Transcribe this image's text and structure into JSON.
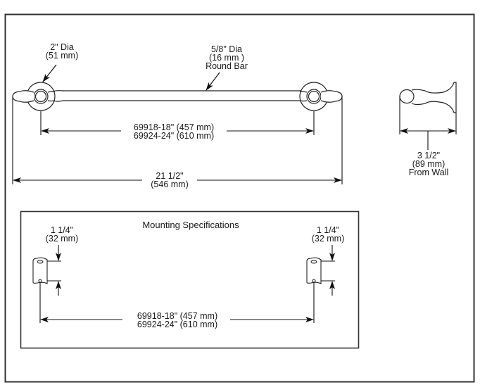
{
  "diagram": {
    "type": "technical-dimension-drawing",
    "subject": "Towel bar",
    "front_view": {
      "flange_callout": [
        "2\" Dia",
        "(51 mm)"
      ],
      "bar_callout": [
        "5/8\" Dia",
        "(16 mm )",
        "Round Bar"
      ],
      "center_to_center": [
        "69918-18\" (457 mm)",
        "69924-24\" (610 mm)"
      ],
      "overall_length": [
        "21 1/2\"",
        "(546 mm)"
      ]
    },
    "side_view": {
      "projection_callout": [
        "3 1/2\"",
        "(89 mm)",
        "From Wall"
      ]
    },
    "mounting_specifications": {
      "title": "Mounting Specifications",
      "left_hole_spacing": [
        "1 1/4\"",
        "(32 mm)"
      ],
      "right_hole_spacing": [
        "1 1/4\"",
        "(32 mm)"
      ],
      "center_to_center": [
        "69918-18\" (457 mm)",
        "69924-24\" (610 mm)"
      ]
    }
  }
}
